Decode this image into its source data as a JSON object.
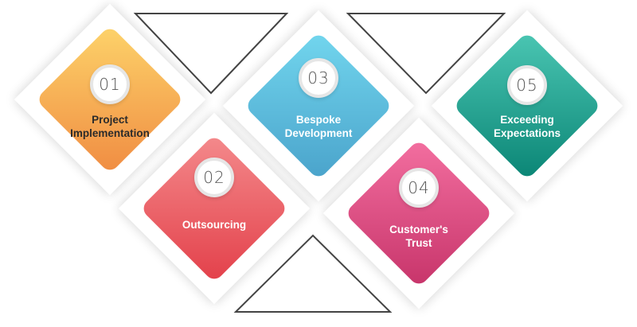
{
  "steps": [
    {
      "number": "01",
      "label": "Project\nImplementation",
      "color_top": "#fdd36a",
      "color_bottom": "#f08c42",
      "text_color": "#2b2b2b"
    },
    {
      "number": "02",
      "label": "Outsourcing",
      "color_top": "#f48a8c",
      "color_bottom": "#e3404a",
      "text_color": "#ffffff"
    },
    {
      "number": "03",
      "label": "Bespoke\nDevelopment",
      "color_top": "#72d6ee",
      "color_bottom": "#4aa3cb",
      "text_color": "#ffffff"
    },
    {
      "number": "04",
      "label": "Customer's\nTrust",
      "color_top": "#f36fa0",
      "color_bottom": "#c7346a",
      "text_color": "#ffffff"
    },
    {
      "number": "05",
      "label": "Exceeding\nExpectations",
      "color_top": "#4bc6b3",
      "color_bottom": "#0a8575",
      "text_color": "#ffffff"
    }
  ],
  "colors": {
    "outline": "#444444"
  }
}
